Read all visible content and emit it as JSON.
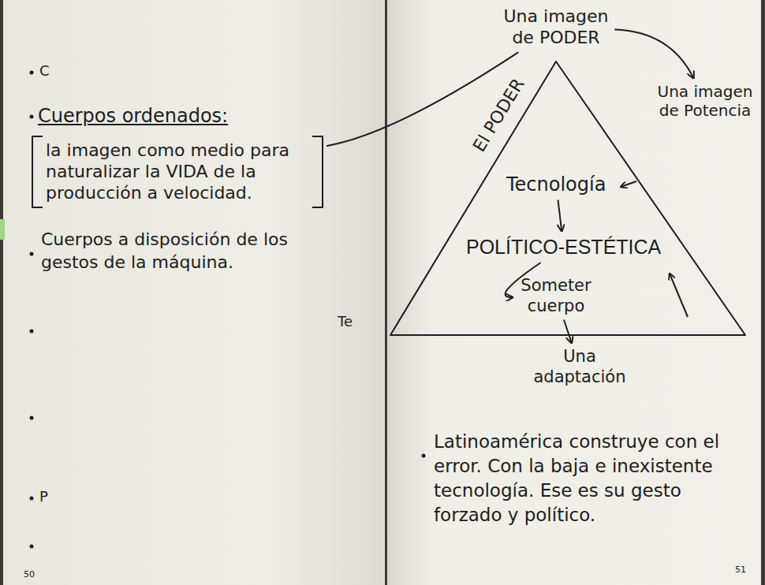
{
  "diagram": {
    "nodes": [
      {
        "text": [
          "la imagen como medio para naturalizar la VIDA de la producción a velocidad."
        ]
      },
      {
        "text": [
          "Una imagen de PODER"
        ]
      },
      {
        "text": [
          "Una imagen de Potencia"
        ]
      },
      {
        "text": [
          "Tecnología"
        ]
      },
      {
        "text": [
          "POLÍTICO-ESTÉTICA"
        ]
      },
      {
        "text": [
          "Someter cuerpo"
        ]
      },
      {
        "text": [
          "Una adaptación"
        ]
      }
    ],
    "edges": [
      {
        "from": 0,
        "to": 1,
        "arrow": "none"
      },
      {
        "from": 1,
        "to": 2,
        "arrow": "to"
      },
      {
        "from": 3,
        "to": 4,
        "arrow": "to"
      },
      {
        "from": 4,
        "to": 5,
        "arrow": "to"
      },
      {
        "from": 5,
        "to": 6,
        "arrow": "to"
      }
    ],
    "labels": [
      "C",
      "Cuerpos ordenados:",
      "Cuerpos a disposición de los gestos de la máquina.",
      "Te",
      "P",
      "50",
      "El PODER",
      "Latinoamérica construye con el error. Con la baja e inexistente tecnología. Ese es su gesto forzado y político.",
      "51"
    ]
  }
}
